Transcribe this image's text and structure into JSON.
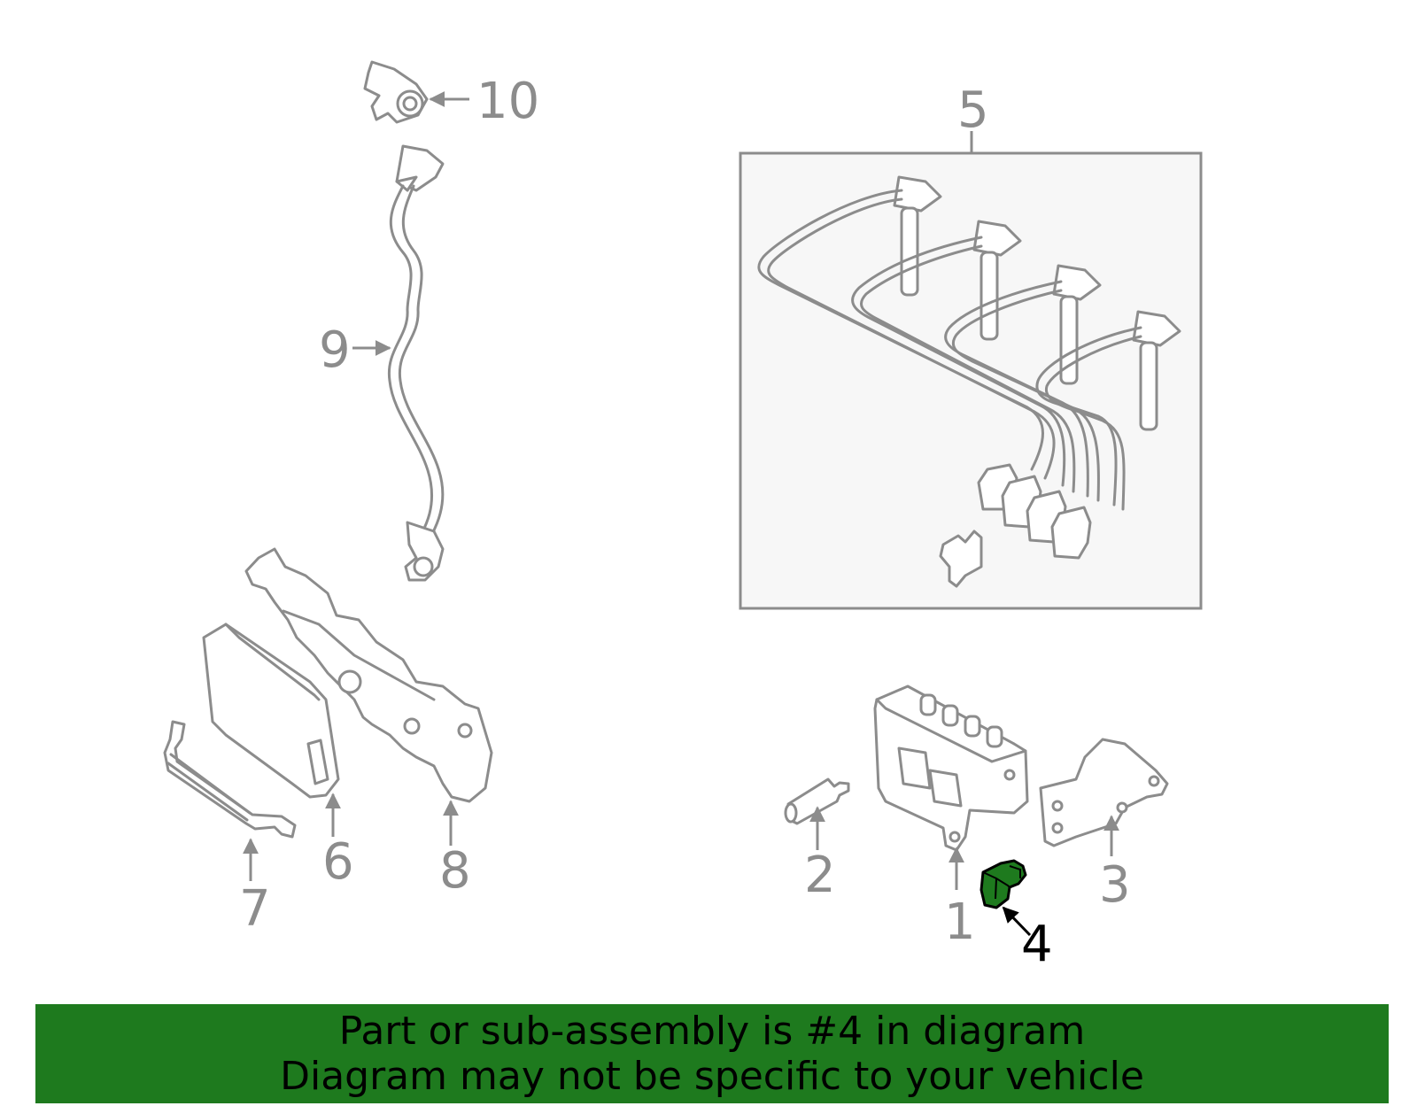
{
  "callouts": {
    "c1": "1",
    "c2": "2",
    "c3": "3",
    "c4": "4",
    "c5": "5",
    "c6": "6",
    "c7": "7",
    "c8": "8",
    "c9": "9",
    "c10": "10"
  },
  "highlight_part": "4",
  "colors": {
    "highlight": "#1e7a1e",
    "line": "#8c8c8c",
    "banner": "#1e7a1e",
    "box_fill": "#f7f7f7"
  },
  "banner": {
    "line1": "Part or sub-assembly is #4 in diagram",
    "line2": "Diagram may not be specific to your vehicle"
  }
}
